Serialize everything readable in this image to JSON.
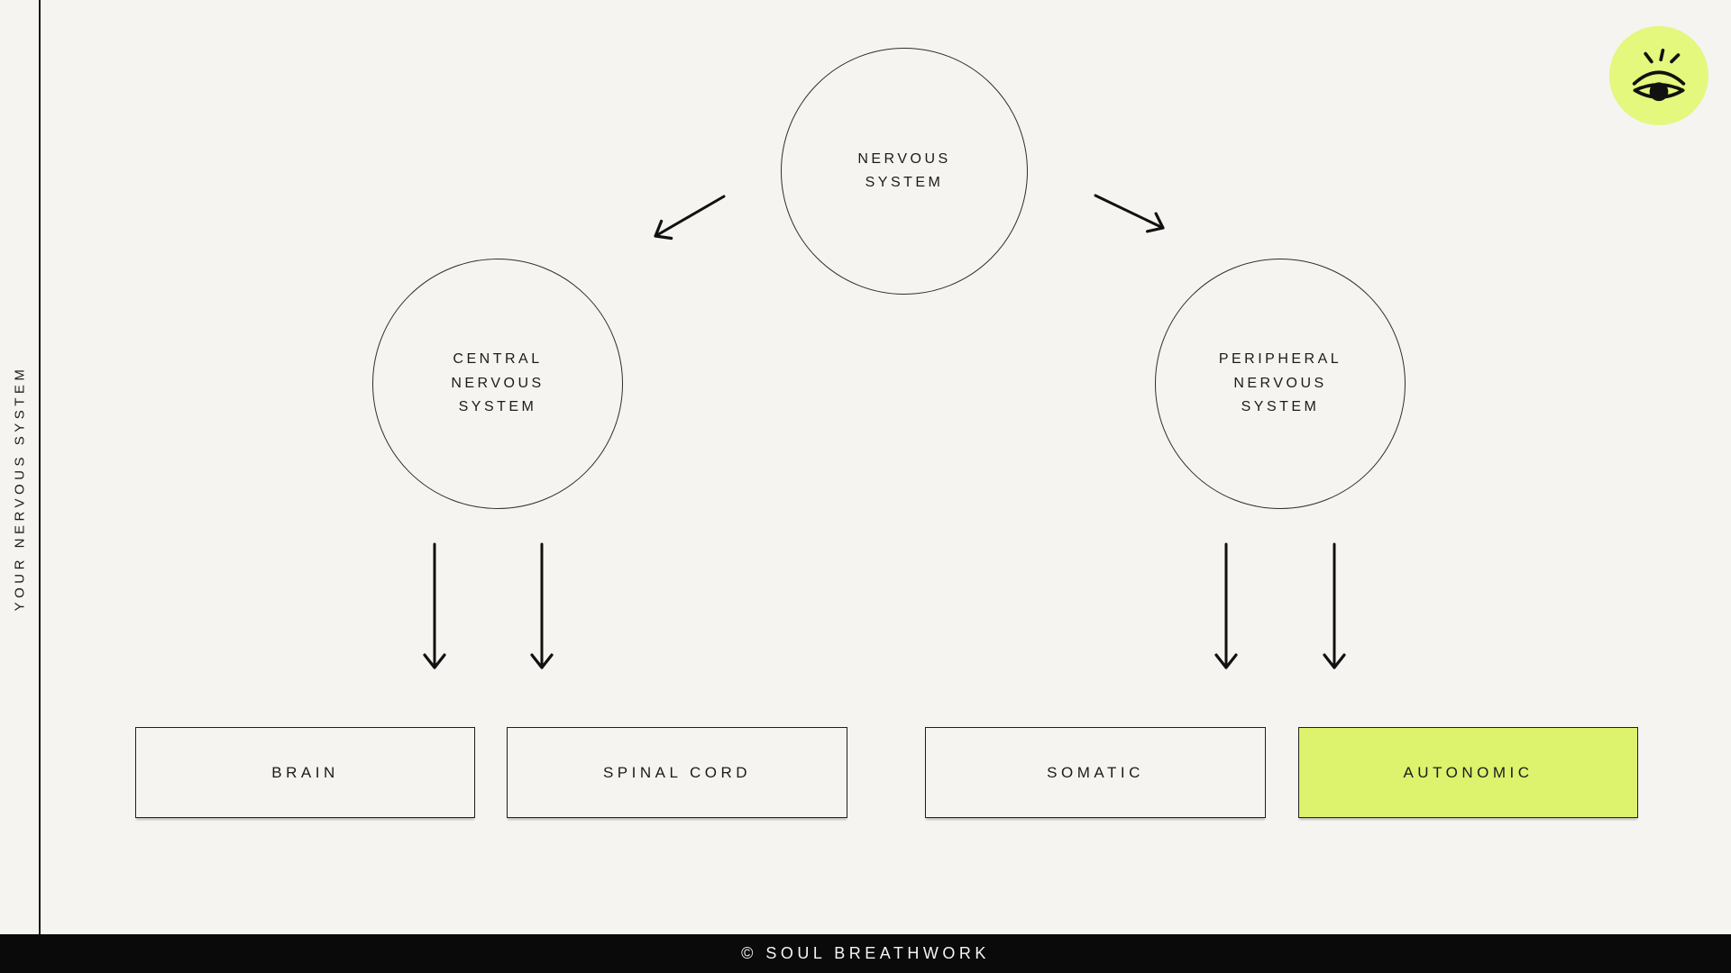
{
  "page": {
    "title": "Your Nervous System diagram",
    "colors": {
      "background": "#f5f4f1",
      "ink": "#1b1b1b",
      "accent": "#ddf26d",
      "logo_badge": "#e3f87d",
      "footer_bg": "#0a0a0a",
      "footer_text": "#f6f5f2"
    }
  },
  "side_label": "YOUR NERVOUS SYSTEM",
  "diagram": {
    "root": {
      "lines": [
        "NERVOUS",
        "SYSTEM"
      ]
    },
    "branches": [
      {
        "lines": [
          "CENTRAL",
          "NERVOUS",
          "SYSTEM"
        ]
      },
      {
        "lines": [
          "PERIPHERAL",
          "NERVOUS",
          "SYSTEM"
        ]
      }
    ],
    "leaves": [
      {
        "label": "BRAIN",
        "highlighted": false
      },
      {
        "label": "SPINAL CORD",
        "highlighted": false
      },
      {
        "label": "SOMATIC",
        "highlighted": false
      },
      {
        "label": "AUTONOMIC",
        "highlighted": true
      }
    ]
  },
  "logo": {
    "icon": "eye-icon"
  },
  "footer": {
    "copyright": "© SOUL BREATHWORK"
  }
}
